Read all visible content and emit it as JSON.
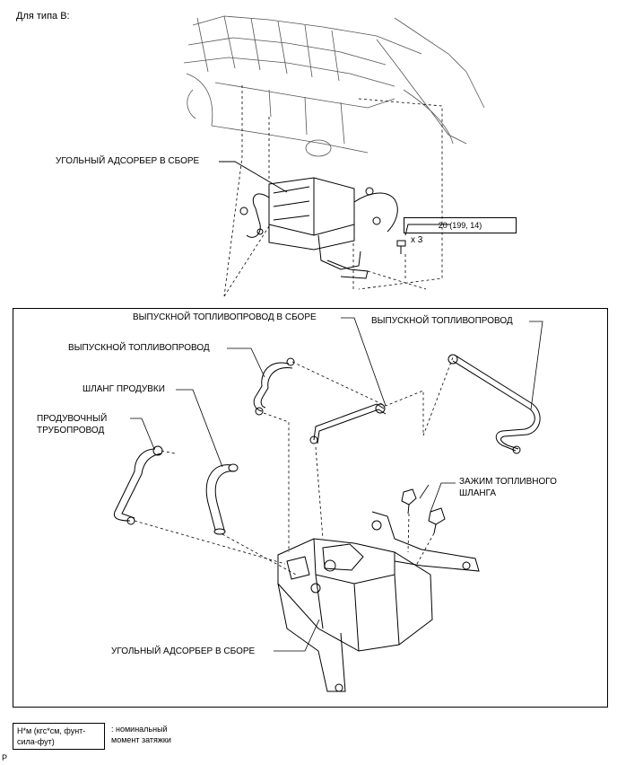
{
  "title": "Для типа B:",
  "labels": {
    "canister_top": "УГОЛЬНЫЙ АДСОРБЕР В СБОРЕ",
    "torque": "20 (199, 14)",
    "qty": "x 3",
    "outlet_line_assy": "ВЫПУСКНОЙ ТОПЛИВОПРОВОД В СБОРЕ",
    "outlet_line_right": "ВЫПУСКНОЙ ТОПЛИВОПРОВОД",
    "outlet_line_left": "ВЫПУСКНОЙ ТОПЛИВОПРОВОД",
    "purge_hose": "ШЛАНГ ПРОДУВКИ",
    "purge_line_1": "ПРОДУВОЧНЫЙ",
    "purge_line_2": "ТРУБОПРОВОД",
    "clamp_1": "ЗАЖИМ ТОПЛИВНОГО",
    "clamp_2": "ШЛАНГА",
    "canister_bottom": "УГОЛЬНЫЙ АДСОРБЕР В СБОРЕ"
  },
  "legend": {
    "box_line1": "Н*м (кгс*см, фунт-",
    "box_line2": "сила-фут)",
    "desc_line1": ": номинальный",
    "desc_line2": "момент затяжки"
  },
  "corner": "P"
}
